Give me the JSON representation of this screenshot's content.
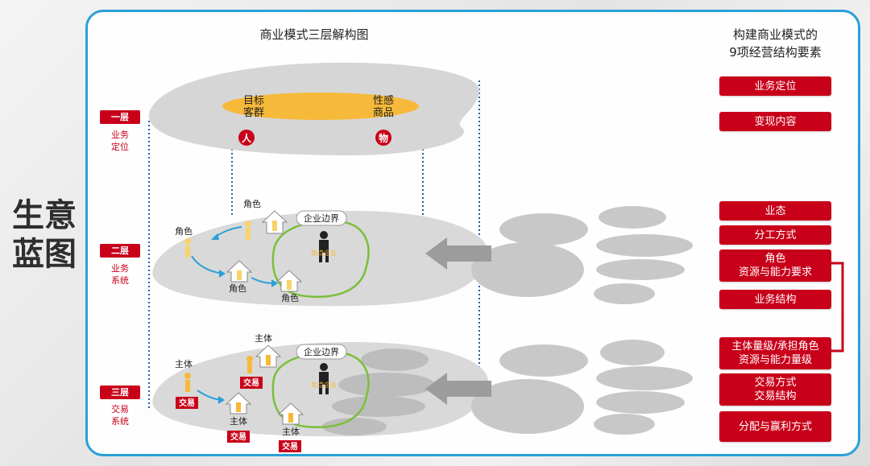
{
  "big_title": [
    "生意",
    "蓝图"
  ],
  "diagram_title": "商业模式三层解构图",
  "right_title": [
    "构建商业模式的",
    "9项经营结构要素"
  ],
  "layers": [
    {
      "tag": "一层",
      "sub": [
        "业务",
        "定位"
      ]
    },
    {
      "tag": "二层",
      "sub": [
        "业务",
        "系统"
      ]
    },
    {
      "tag": "三层",
      "sub": [
        "交易",
        "系统"
      ]
    }
  ],
  "top_layer": {
    "customer": [
      "目标",
      "客群"
    ],
    "product": [
      "性感",
      "商品"
    ],
    "person_icon": "人",
    "goods_icon": "物"
  },
  "mid_layer": {
    "role_label": "角色",
    "boundary": "企业边界",
    "focal_label": "焦点企业"
  },
  "bottom_layer": {
    "subject_label": "主体",
    "trade_label": "交易",
    "boundary": "企业边界",
    "focal_label": "焦点企业"
  },
  "elements": [
    {
      "lines": [
        "业务定位"
      ]
    },
    {
      "lines": [
        "变现内容"
      ]
    },
    {
      "lines": [
        "业态"
      ]
    },
    {
      "lines": [
        "分工方式"
      ]
    },
    {
      "lines": [
        "角色",
        "资源与能力要求"
      ]
    },
    {
      "lines": [
        "业务结构"
      ]
    },
    {
      "lines": [
        "主体量级/承担角色",
        "资源与能力量级"
      ]
    },
    {
      "lines": [
        "交易方式",
        "交易结构"
      ]
    },
    {
      "lines": [
        "分配与赢利方式"
      ]
    }
  ],
  "colors": {
    "accent_red": "#c8001a",
    "frame_blue": "#2aa0d8",
    "boundary_green": "#7bbf3a",
    "highlight_orange": "#f7b93a"
  }
}
